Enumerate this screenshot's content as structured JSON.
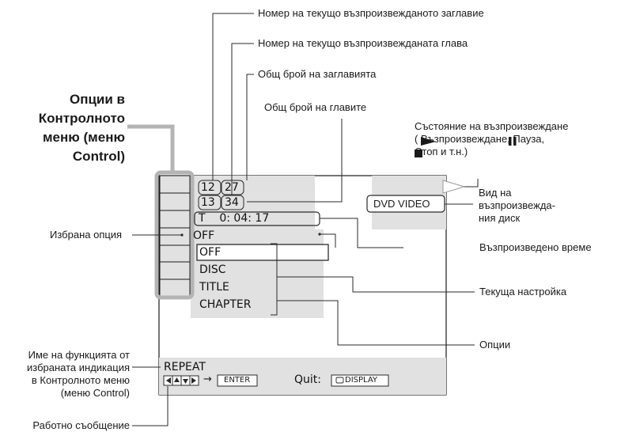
{
  "screen": {
    "title_current": "12",
    "title_total": "27",
    "chapter_current": "13",
    "chapter_total": "34",
    "time_display": "T    0: 04: 17",
    "disc_type": "DVD VIDEO",
    "selected_value": "OFF",
    "options": [
      "OFF",
      "DISC",
      "TITLE",
      "CHAPTER"
    ],
    "function_name": "REPEAT",
    "enter_label": "ENTER",
    "quit_label": "Quit:",
    "display_label": "DISPLAY"
  },
  "annotations": {
    "control_menu_heading": [
      "Опции в",
      "Контролното",
      "меню (меню",
      "Control)"
    ],
    "title_number": "Номер на текущо възпроизвежданото заглавие",
    "chapter_number": "Номер на текущо възпроизвежданата глава",
    "total_titles": "Общ брой на заглавията",
    "total_chapters": "Общ брой на главите",
    "playback_status": [
      "Състояние на възпроизвеждане",
      "( Възпроизвеждане,  Пауза,",
      " Стоп и т.н.)"
    ],
    "disc_type": [
      "Вид на",
      "възпроизвежда-",
      "ния диск"
    ],
    "selected_option": "Избрана опция",
    "played_time": "Възпроизведено време",
    "current_setting": "Текуща настройка",
    "options": "Опции",
    "function_name": [
      "Име на функцията от",
      "избраната индикация",
      "в Контролното меню",
      "(меню Control)"
    ],
    "operation_message": "Работно съобщение"
  },
  "colors": {
    "panel": "#e1e1e1",
    "callout": "#b4b4b4",
    "lines": "#2a2a2a",
    "frame": "#1a1a1a"
  }
}
